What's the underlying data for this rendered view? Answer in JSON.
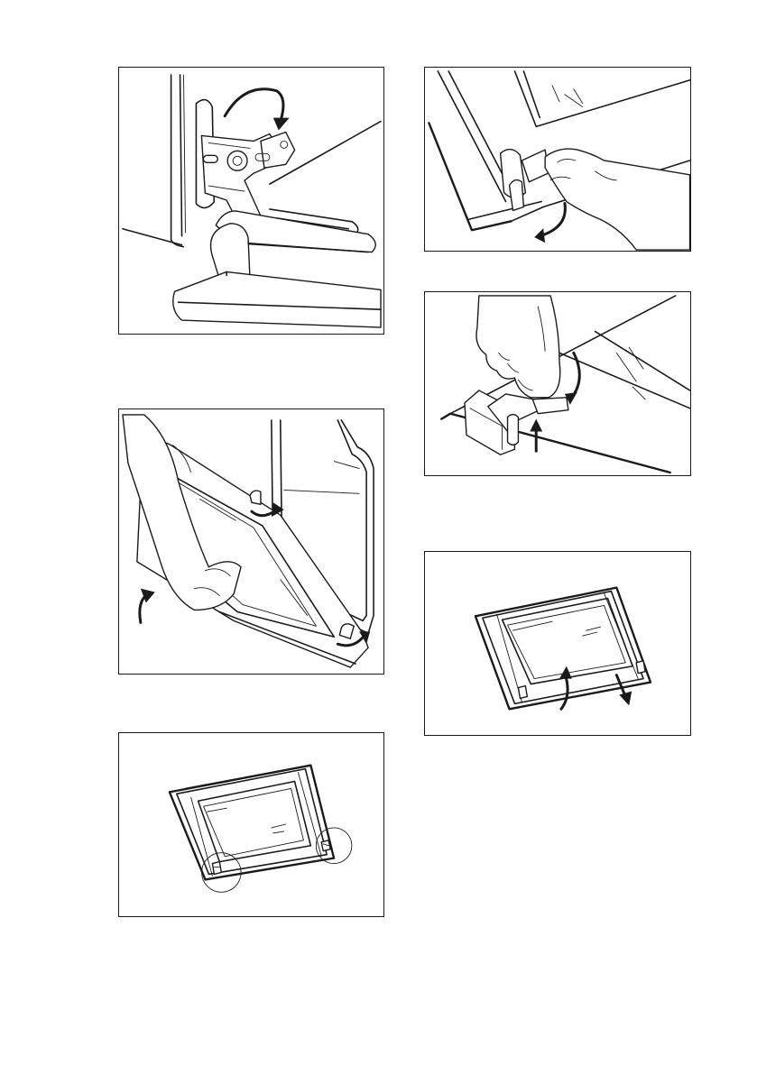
{
  "figures": [
    {
      "id": "step-1",
      "icon": "hinge-lever-rotate-illustration"
    },
    {
      "id": "step-2",
      "icon": "door-lift-remove-illustration"
    },
    {
      "id": "step-3",
      "icon": "door-corner-clips-illustration"
    },
    {
      "id": "step-4",
      "icon": "door-trim-release-illustration"
    },
    {
      "id": "step-5",
      "icon": "trim-clip-lift-illustration"
    },
    {
      "id": "step-6",
      "icon": "glass-panel-remove-illustration"
    }
  ]
}
